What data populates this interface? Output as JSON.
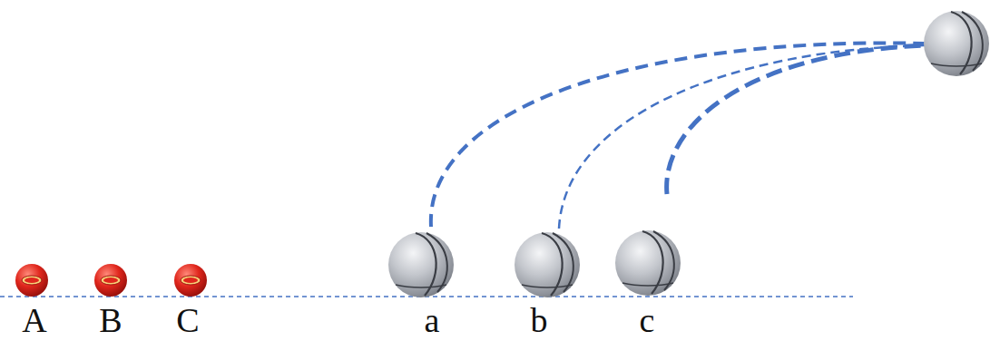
{
  "diagram": {
    "labels": [
      "A",
      "B",
      "C",
      "a",
      "b",
      "c"
    ]
  }
}
